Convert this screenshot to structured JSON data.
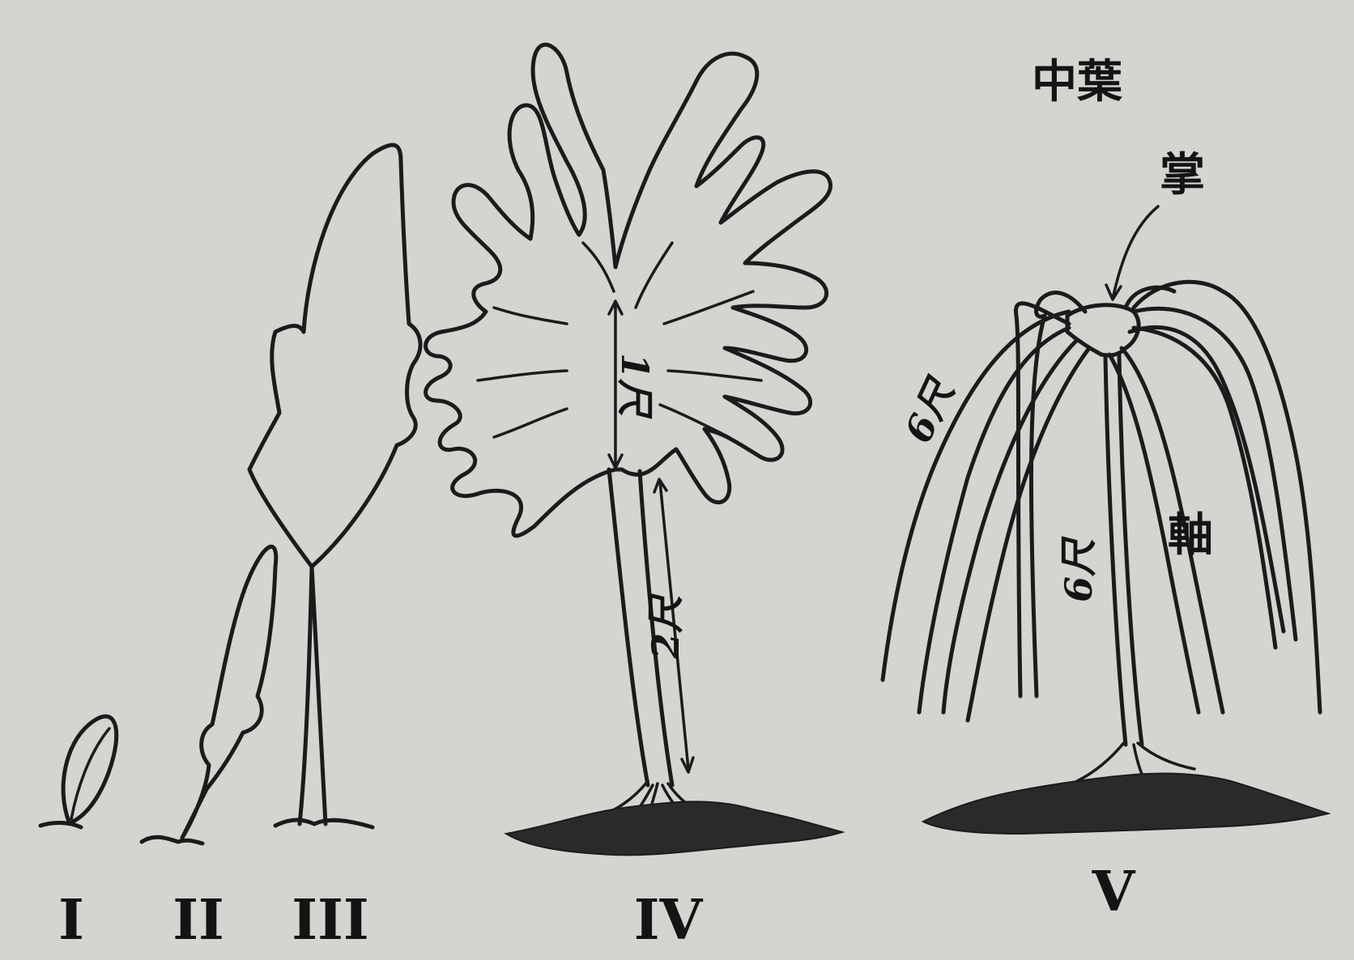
{
  "stages": [
    {
      "numeral": "I"
    },
    {
      "numeral": "II"
    },
    {
      "numeral": "III"
    },
    {
      "numeral": "IV",
      "leaf_span": "1尺",
      "stalk_length": "2尺"
    },
    {
      "numeral": "V",
      "arm_length": "6尺",
      "axis_length": "6尺",
      "label_center": "中葉",
      "label_palm": "掌",
      "label_axis": "軸"
    }
  ]
}
